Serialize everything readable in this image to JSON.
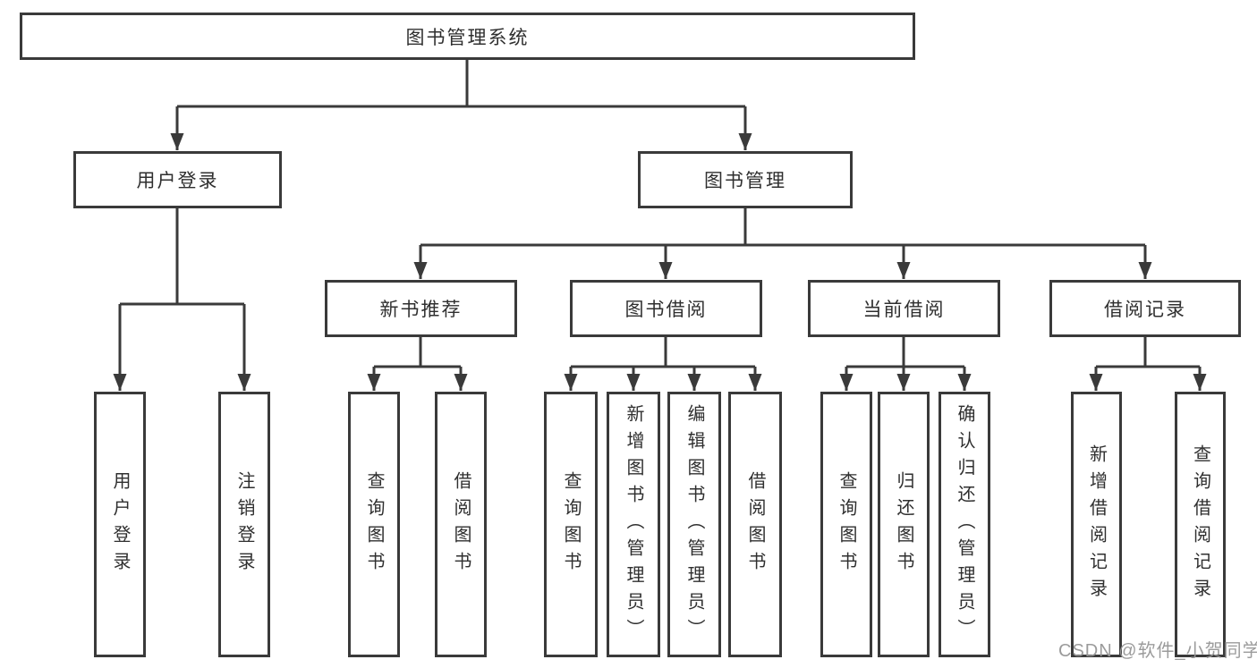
{
  "diagram": {
    "root": {
      "label": "图书管理系统"
    },
    "branches": {
      "user_login": {
        "label": "用户登录",
        "children": {
          "login": {
            "label": "用户登录"
          },
          "logout": {
            "label": "注销登录"
          }
        }
      },
      "book_management": {
        "label": "图书管理",
        "sections": {
          "new_book_recommend": {
            "label": "新书推荐",
            "children": {
              "query_books": {
                "label": "查询图书"
              },
              "borrow_books": {
                "label": "借阅图书"
              }
            }
          },
          "book_borrowing": {
            "label": "图书借阅",
            "children": {
              "query_books": {
                "label": "查询图书"
              },
              "add_books_admin": {
                "label": "新增图书（管理员）"
              },
              "edit_books_admin": {
                "label": "编辑图书（管理员）"
              },
              "borrow_books": {
                "label": "借阅图书"
              }
            }
          },
          "current_borrowing": {
            "label": "当前借阅",
            "children": {
              "query_books": {
                "label": "查询图书"
              },
              "return_books": {
                "label": "归还图书"
              },
              "confirm_return_admin": {
                "label": "确认归还（管理员）"
              }
            }
          },
          "borrowing_records": {
            "label": "借阅记录",
            "children": {
              "add_record": {
                "label": "新增借阅记录"
              },
              "query_record": {
                "label": "查询借阅记录"
              }
            }
          }
        }
      }
    },
    "watermark": "CSDN @软件_小贺同学",
    "colors": {
      "line": "#3a3a3a",
      "text": "#2f2f2f",
      "background": "#ffffff",
      "watermark": "#969696"
    }
  }
}
